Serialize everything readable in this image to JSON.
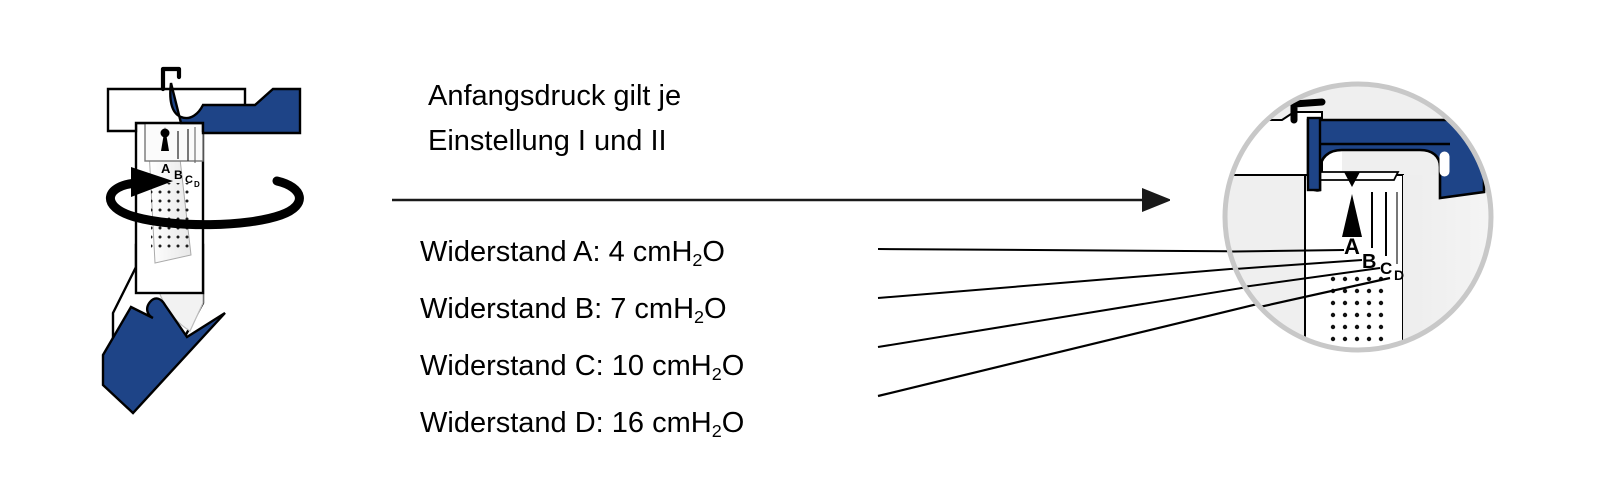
{
  "figure": {
    "heading_lines": [
      "Anfangsdruck gilt je",
      "Einstellung I und II"
    ],
    "resistances": [
      {
        "label": "Widerstand A:",
        "value": "4",
        "unit_pre": "cmH",
        "unit_sub": "2",
        "unit_post": "O"
      },
      {
        "label": "Widerstand B:",
        "value": "7",
        "unit_pre": "cmH",
        "unit_sub": "2",
        "unit_post": "O"
      },
      {
        "label": "Widerstand C:",
        "value": "10",
        "unit_pre": "cmH",
        "unit_sub": "2",
        "unit_post": "O"
      },
      {
        "label": "Widerstand D:",
        "value": "16",
        "unit_pre": "cmH",
        "unit_sub": "2",
        "unit_post": "O"
      }
    ],
    "scale_markers": [
      "A",
      "B",
      "C",
      "D"
    ],
    "detail_scale_markers": [
      "A",
      "B",
      "C",
      "D"
    ],
    "colors": {
      "brand_blue": "#1e4487",
      "outline": "#000000",
      "detail_circle_border": "#c8c8c8",
      "detail_circle_fill": "#efefef",
      "light_grey": "#f2f2f2",
      "mid_grey": "#d9d9d9"
    }
  }
}
